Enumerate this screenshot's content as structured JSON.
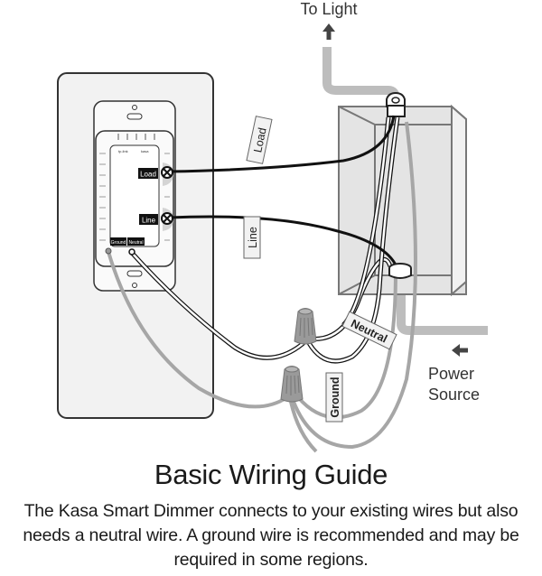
{
  "diagram": {
    "labels": {
      "to_light": "To Light",
      "power_source_line1": "Power",
      "power_source_line2": "Source"
    },
    "wire_tags": {
      "load": "Load",
      "line": "Line",
      "neutral": "Neutral",
      "ground": "Ground"
    },
    "switch_terminals": {
      "load": "Load",
      "line": "Line",
      "ground": "Ground",
      "neutral": "Neutral"
    },
    "brand": {
      "tplink": "tp-link",
      "kasa": "kasa"
    },
    "icons": [
      "arrow-up-icon",
      "arrow-left-icon",
      "wire-nut-icon",
      "terminal-screw-icon"
    ],
    "colors": {
      "hot_wire": "#111111",
      "ground_wire": "#a6a6a6",
      "conduit": "#bdbdbd",
      "box_fill": "#e2e2e2",
      "plate_fill": "#f2f2f2",
      "wire_nut": "#9a9a9a"
    }
  },
  "title": "Basic Wiring Guide",
  "description": {
    "line1": "The Kasa Smart Dimmer connects to your existing wires but also",
    "line2": "needs a neutral wire. A ground wire is recommended and may be",
    "line3": "required in some regions."
  }
}
